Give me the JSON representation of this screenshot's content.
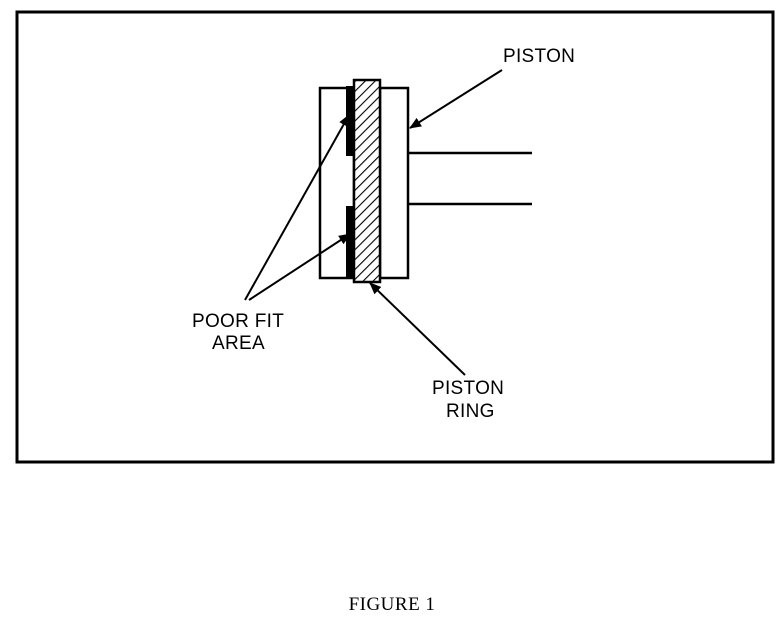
{
  "labels": {
    "piston": "PISTON",
    "poor_fit_line1": "POOR FIT",
    "poor_fit_line2": "AREA",
    "piston_ring_line1": "PISTON",
    "piston_ring_line2": "RING"
  },
  "caption": "FIGURE 1",
  "colors": {
    "ink": "#000000",
    "paper": "#ffffff"
  }
}
